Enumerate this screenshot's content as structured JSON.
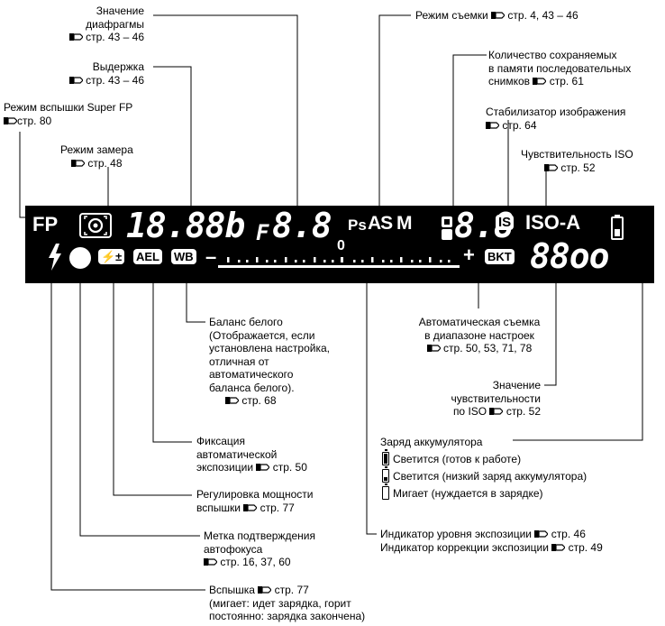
{
  "ref_icon": "book-pointer-icon",
  "labels": {
    "aperture": {
      "line1": "Значение",
      "line2": "диафрагмы",
      "ref": "стр. 43 – 46"
    },
    "shutter": {
      "line1": "Выдержка",
      "ref": "стр. 43 – 46"
    },
    "superfp": {
      "line1": "Режим вспышки Super FP",
      "ref": "стр. 80"
    },
    "metering": {
      "line1": "Режим замера",
      "ref": "стр. 48"
    },
    "shooting_mode": {
      "line1": "Режим съемки",
      "ref": "стр. 4, 43 – 46"
    },
    "buffer": {
      "line1": "Количество сохраняемых",
      "line2": "в памяти последовательных",
      "line3": "снимков",
      "ref": "стр. 61"
    },
    "stabilizer": {
      "line1": "Стабилизатор изображения",
      "ref": "стр. 64"
    },
    "iso": {
      "line1": "Чувствительность ISO",
      "ref": "стр. 52"
    },
    "wb": {
      "line1": "Баланс белого",
      "line2": "(Отображается, если",
      "line3": "установлена настройка,",
      "line4": "отличная от",
      "line5": "автоматического",
      "line6": "баланса белого).",
      "ref": "стр. 68"
    },
    "ael": {
      "line1": "Фиксация",
      "line2": "автоматической",
      "line3": "экспозиции",
      "ref": "стр. 50"
    },
    "flash_comp": {
      "line1": "Регулировка мощности",
      "line2": "вспышки",
      "ref": "стр. 77"
    },
    "af_confirm": {
      "line1": "Метка подтверждения",
      "line2": "автофокуса",
      "ref": "стр. 16, 37, 60"
    },
    "flash": {
      "line1": "Вспышка",
      "ref": "стр. 77",
      "line2": "(мигает: идет зарядка, горит",
      "line3": "постоянно: зарядка закончена)"
    },
    "bracketing": {
      "line1": "Автоматическая съемка",
      "line2": "в диапазоне настроек",
      "ref": "стр. 50, 53, 71, 78"
    },
    "iso_value": {
      "line1": "Значение",
      "line2": "чувствительности",
      "line3": "по ISO",
      "ref": "стр. 52"
    },
    "battery": {
      "title": "Заряд аккумулятора",
      "full": "Светится (готов к работе)",
      "low": "Светится (низкий заряд аккумулятора)",
      "empty": "Мигает (нуждается в зарядке)"
    },
    "exposure": {
      "line1": "Индикатор уровня экспозиции",
      "ref1": "стр. 46",
      "line2": "Индикатор коррекции экспозиции",
      "ref2": "стр. 49"
    }
  },
  "display": {
    "fp": "FP",
    "shutter": "18.88b",
    "aperture_prefix": "F",
    "aperture": "8.8",
    "ps": "Ps",
    "modes": "AS M",
    "buffer": "8.8",
    "is": "IS",
    "iso": "ISO-A",
    "ael": "AEL",
    "wb": "WB",
    "scale_minus": "–",
    "scale_zero": "0",
    "scale_plus": "+",
    "bkt": "BKT",
    "iso_digits": "88oo",
    "flash_comp": "⚡±"
  },
  "icons": [
    "book-pointer-icon",
    "metering-icon",
    "flash-icon",
    "af-dot-icon",
    "battery-icon"
  ]
}
